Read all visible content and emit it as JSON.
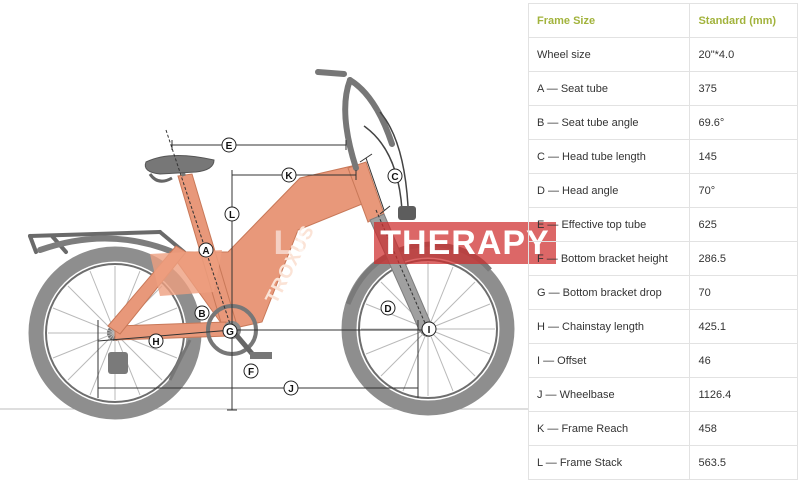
{
  "diagram": {
    "brand": "TROXUS",
    "watermark_left": "LUNG",
    "watermark_right": "THERAPY",
    "labels": {
      "a": "A",
      "b": "B",
      "c": "C",
      "d": "D",
      "e": "E",
      "f": "F",
      "g": "G",
      "h": "H",
      "i": "I",
      "j": "J",
      "k": "K",
      "l": "L"
    }
  },
  "table": {
    "headers": [
      "Frame Size",
      "Standard (mm)"
    ],
    "rows": [
      {
        "name": "Wheel size",
        "value": "20\"*4.0"
      },
      {
        "name": "A — Seat tube",
        "value": "375"
      },
      {
        "name": "B — Seat tube angle",
        "value": "69.6°"
      },
      {
        "name": "C — Head tube length",
        "value": "145"
      },
      {
        "name": "D — Head angle",
        "value": "70°"
      },
      {
        "name": "E — Effective top tube",
        "value": "625"
      },
      {
        "name": "F — Bottom bracket height",
        "value": "286.5"
      },
      {
        "name": "G — Bottom bracket drop",
        "value": "70"
      },
      {
        "name": "H — Chainstay length",
        "value": "425.1"
      },
      {
        "name": "I — Offset",
        "value": "46"
      },
      {
        "name": "J — Wheelbase",
        "value": "1126.4"
      },
      {
        "name": "K — Frame Reach",
        "value": "458"
      },
      {
        "name": "L — Frame Stack",
        "value": "563.5"
      }
    ]
  },
  "colors": {
    "frame": "#e8987a",
    "tire": "#8e8e8e",
    "header_text": "#a2b33c",
    "watermark": "#ce2c2c"
  }
}
